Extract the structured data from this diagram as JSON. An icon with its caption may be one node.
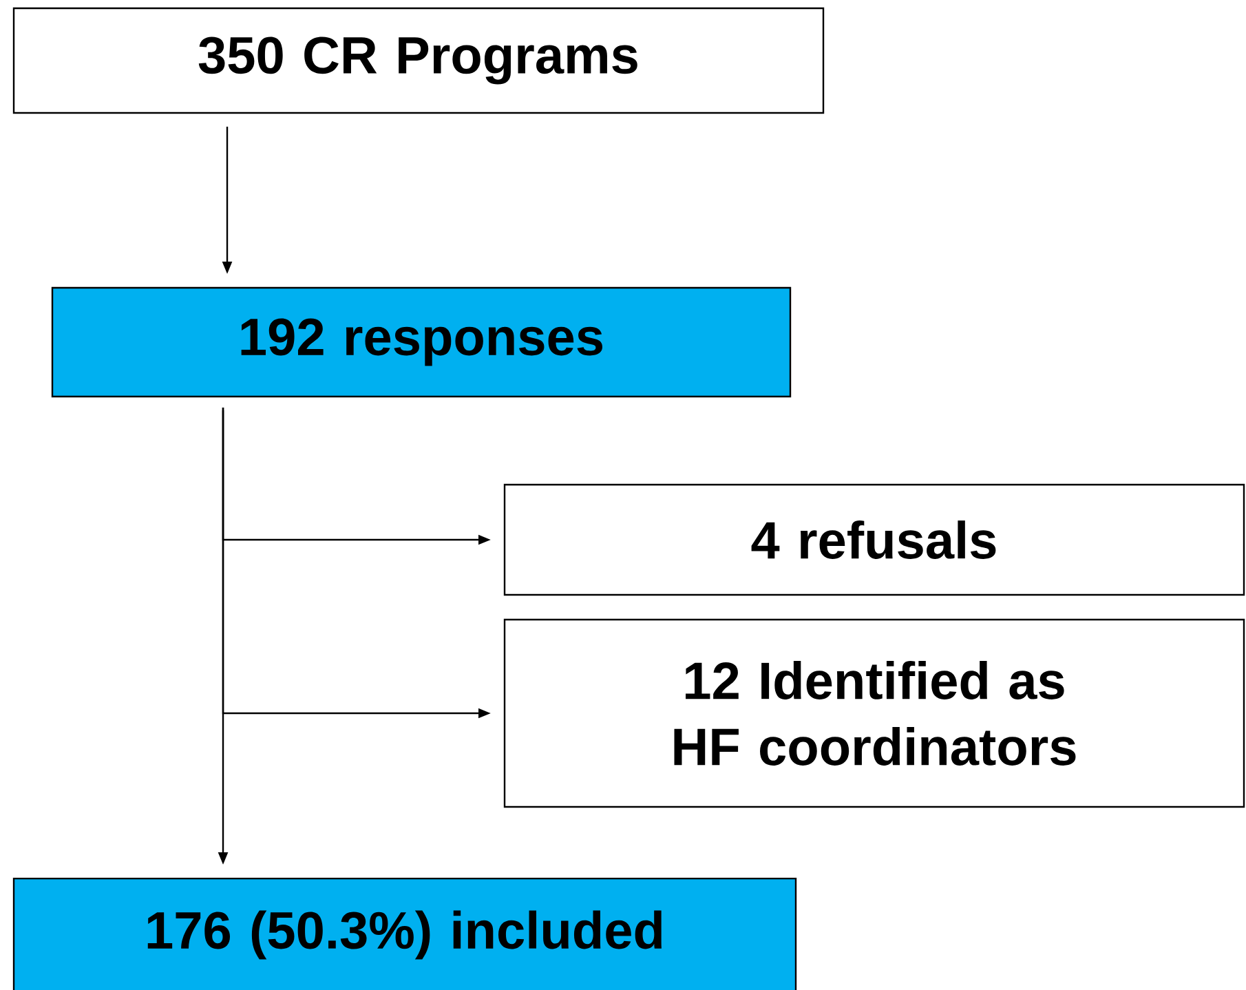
{
  "diagram": {
    "nodes": [
      {
        "text": [
          "350 CR Programs"
        ]
      },
      {
        "text": [
          "192 responses"
        ]
      },
      {
        "text": [
          "4 refusals"
        ]
      },
      {
        "text": [
          "12 Identified as HF coordinators"
        ]
      },
      {
        "text": [
          "176 (50.3%) included"
        ]
      }
    ],
    "edges": [
      {
        "from": 0,
        "to": 1,
        "arrow": "to"
      },
      {
        "from": 1,
        "to": 2,
        "arrow": "to"
      },
      {
        "from": 1,
        "to": 3,
        "arrow": "to"
      },
      {
        "from": 1,
        "to": 4,
        "arrow": "to"
      }
    ]
  }
}
